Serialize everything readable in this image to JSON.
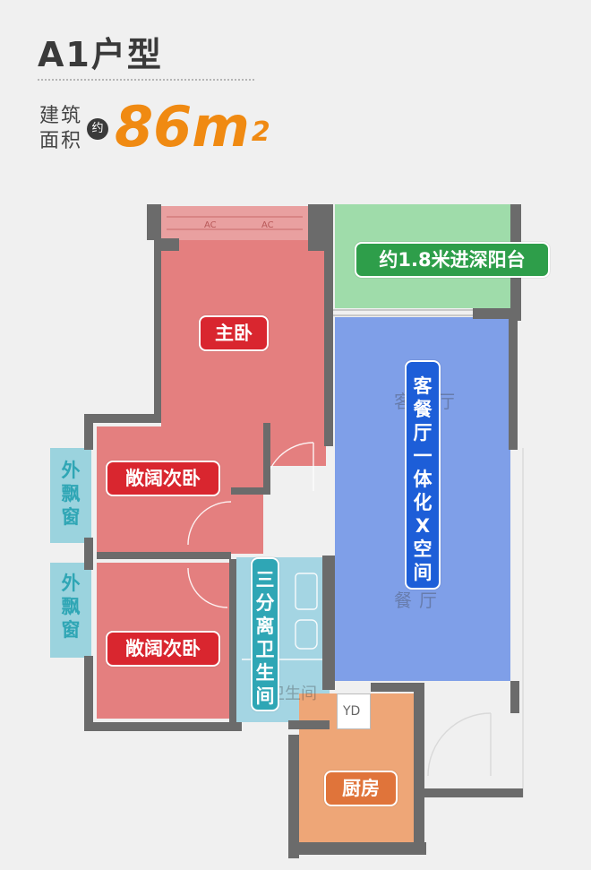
{
  "header": {
    "title": "A1户型",
    "area_label": "建筑面积",
    "approx": "约",
    "area_number": "86m",
    "area_sup": "2"
  },
  "rooms": {
    "master_bedroom": "主卧",
    "bedroom_1": "敞阔次卧",
    "bedroom_2": "敞阔次卧",
    "bay_window_1": "外飘窗",
    "bay_window_2": "外飘窗",
    "balcony": "约1.8米进深阳台",
    "living_dining": "客餐厅一体化X空间",
    "bathroom": "三分离卫生间",
    "kitchen": "厨房"
  },
  "plan_text": {
    "ac_1": "AC",
    "ac_2": "AC",
    "ghost_living": "客厅",
    "ghost_dining": "餐厅",
    "ghost_bath": "卫生间",
    "yd": "YD"
  },
  "colors": {
    "bedroom": "#e47f7f",
    "bay": "#9bd3de",
    "balcony": "#9fdcaa",
    "living": "#7f9fe8",
    "bath": "#a4d5e3",
    "kitchen": "#eea677",
    "tag_red": "#d9262f",
    "tag_green": "#2e9e4a",
    "tag_blue": "#1d5ed8",
    "tag_cyan": "#2fa6b5",
    "tag_orange": "#e0743a",
    "accent": "#f08a12"
  }
}
